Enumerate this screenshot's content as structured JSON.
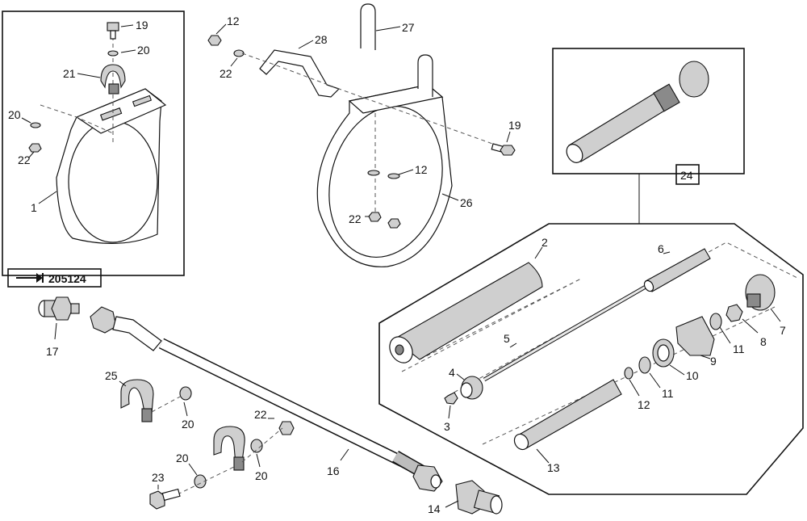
{
  "reference_label": "205124",
  "callouts": {
    "c19a": "19",
    "c20a": "20",
    "c21": "21",
    "c20b": "20",
    "c22a": "22",
    "c1": "1",
    "c12a": "12",
    "c22b": "22",
    "c28": "28",
    "c27": "27",
    "c19b": "19",
    "c12b": "12",
    "c22c": "22",
    "c26": "26",
    "c24": "24",
    "c2": "2",
    "c6": "6",
    "c5": "5",
    "c4": "4",
    "c3": "3",
    "c7": "7",
    "c8": "8",
    "c11a": "11",
    "c9": "9",
    "c10": "10",
    "c11b": "11",
    "c12c": "12",
    "c13": "13",
    "c17": "17",
    "c25": "25",
    "c20c": "20",
    "c22d": "22",
    "c20d": "20",
    "c20e": "20",
    "c23": "23",
    "c16": "16",
    "c14": "14"
  },
  "icons": {
    "arrow": "arrow-right-icon"
  }
}
